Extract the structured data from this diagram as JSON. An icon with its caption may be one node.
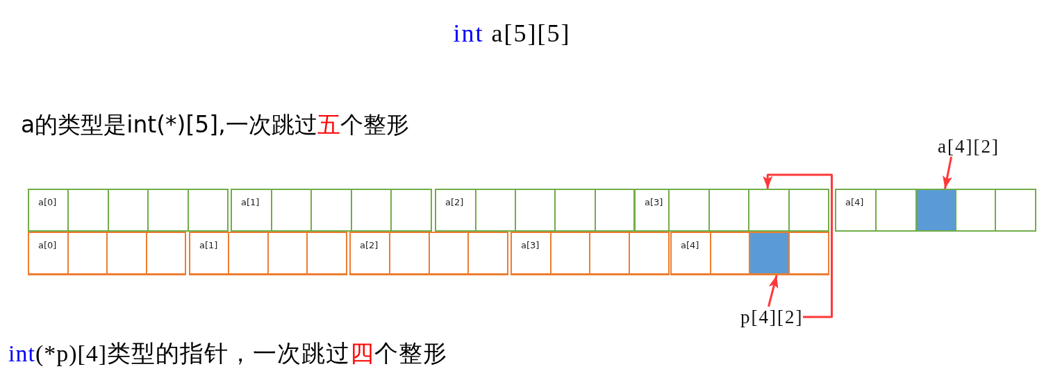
{
  "diagram": {
    "title": "int a[5][5]",
    "nodes": [
      {
        "text": [
          "a[4][2]"
        ]
      },
      {
        "text": [
          "a[0]"
        ]
      },
      {
        "text": [],
        "shape": "box"
      },
      {
        "text": [],
        "shape": "box"
      },
      {
        "text": [],
        "shape": "box"
      },
      {
        "text": [],
        "shape": "box"
      },
      {
        "text": [
          "a[1]"
        ]
      },
      {
        "text": [],
        "shape": "box"
      },
      {
        "text": [],
        "shape": "box"
      },
      {
        "text": [],
        "shape": "box"
      },
      {
        "text": [],
        "shape": "box"
      },
      {
        "text": [
          "a[2]"
        ]
      },
      {
        "text": [],
        "shape": "box"
      },
      {
        "text": [],
        "shape": "box"
      },
      {
        "text": [],
        "shape": "box"
      },
      {
        "text": [],
        "shape": "box"
      },
      {
        "text": [
          "a[3]"
        ]
      },
      {
        "text": [],
        "shape": "box"
      },
      {
        "text": [],
        "shape": "box"
      },
      {
        "text": [],
        "shape": "box"
      },
      {
        "text": [],
        "shape": "box"
      },
      {
        "text": [
          "a[4]"
        ]
      },
      {
        "text": [],
        "shape": "box"
      },
      {
        "text": [],
        "shape": "box"
      },
      {
        "text": [],
        "shape": "box"
      },
      {
        "text": [],
        "shape": "box"
      },
      {
        "text": [
          "a[0]"
        ]
      },
      {
        "text": [],
        "shape": "box"
      },
      {
        "text": [],
        "shape": "box"
      },
      {
        "text": [],
        "shape": "box"
      },
      {
        "text": [
          "a[1]"
        ]
      },
      {
        "text": [],
        "shape": "box"
      },
      {
        "text": [],
        "shape": "box"
      },
      {
        "text": [],
        "shape": "box"
      },
      {
        "text": [
          "a[2]"
        ]
      },
      {
        "text": [],
        "shape": "box"
      },
      {
        "text": [],
        "shape": "box"
      },
      {
        "text": [],
        "shape": "box"
      },
      {
        "text": [
          "a[3]"
        ]
      },
      {
        "text": [],
        "shape": "box"
      },
      {
        "text": [],
        "shape": "box"
      },
      {
        "text": [],
        "shape": "box"
      },
      {
        "text": [
          "a[4]"
        ]
      },
      {
        "text": [],
        "shape": "box"
      },
      {
        "text": [],
        "shape": "box"
      },
      {
        "text": [],
        "shape": "box"
      },
      {
        "text": [
          "p[4][2]"
        ]
      }
    ],
    "edges": [
      {
        "from": 0,
        "to": 23,
        "arrow": "to"
      },
      {
        "from": 46,
        "to": 19,
        "arrow": "to"
      },
      {
        "from": 46,
        "to": 44,
        "arrow": "to"
      }
    ],
    "labels": [
      "a的类型是int(*)[5],一次跳过五个整形",
      "int(*p)[4]类型的指针，一次跳过四个整形"
    ]
  }
}
